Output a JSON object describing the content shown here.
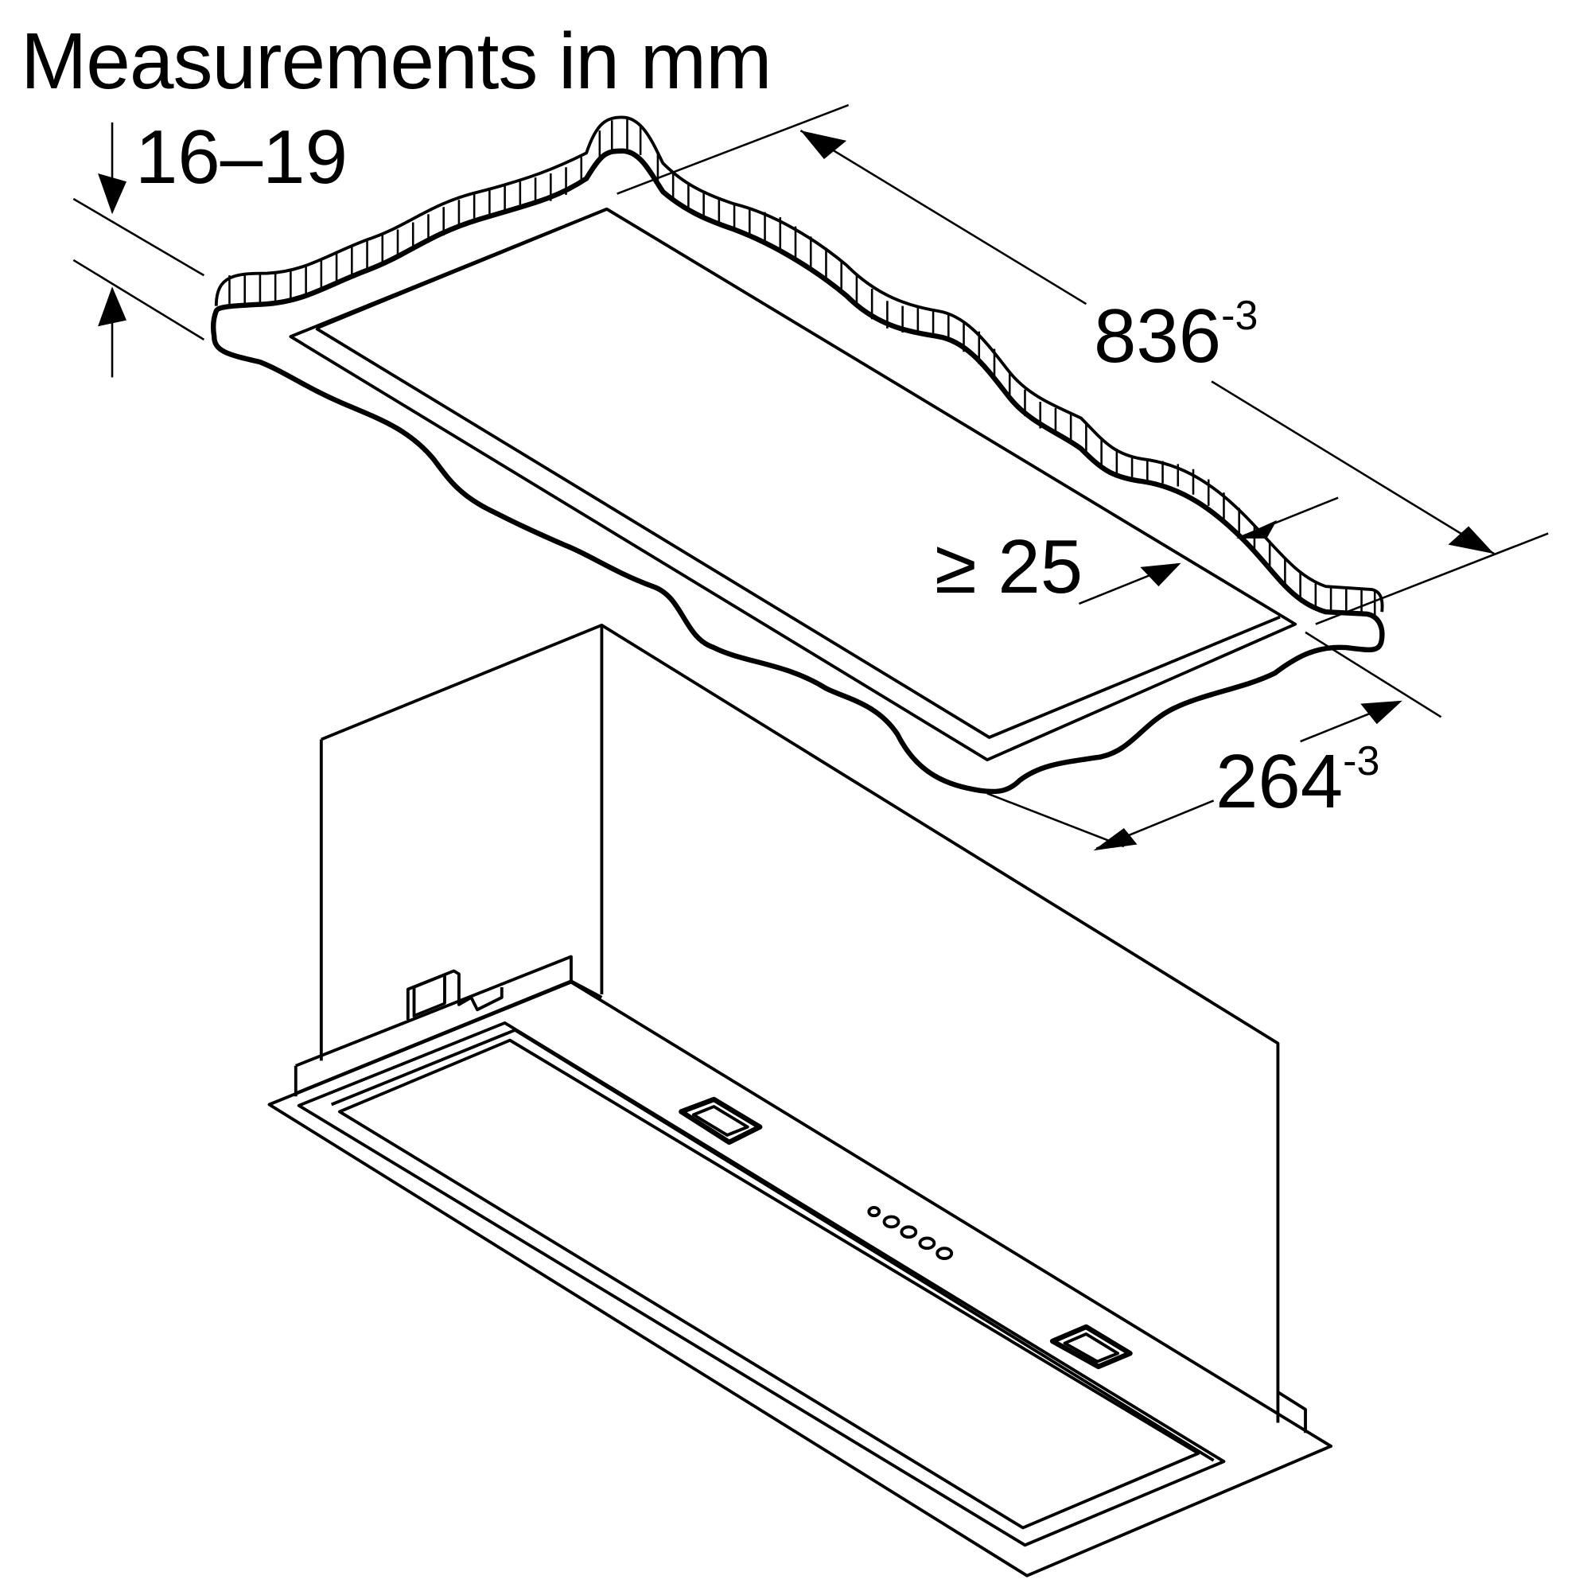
{
  "title": "Measurements in mm",
  "dimensions": {
    "panel_thickness": {
      "value": "16–19",
      "tolerance": ""
    },
    "cutout_length": {
      "value": "836",
      "tolerance": "-3"
    },
    "cutout_width": {
      "value": "264",
      "tolerance": "-3"
    },
    "edge_clearance": {
      "value": "≥ 25",
      "tolerance": ""
    }
  },
  "components": {
    "cabinet_panel": "wall-cabinet-bottom-panel-cutout",
    "appliance": "built-in-cooker-hood",
    "controls": {
      "button_count": 5
    },
    "filter_handles": 2
  },
  "colors": {
    "line": "#000000",
    "background": "#ffffff"
  }
}
